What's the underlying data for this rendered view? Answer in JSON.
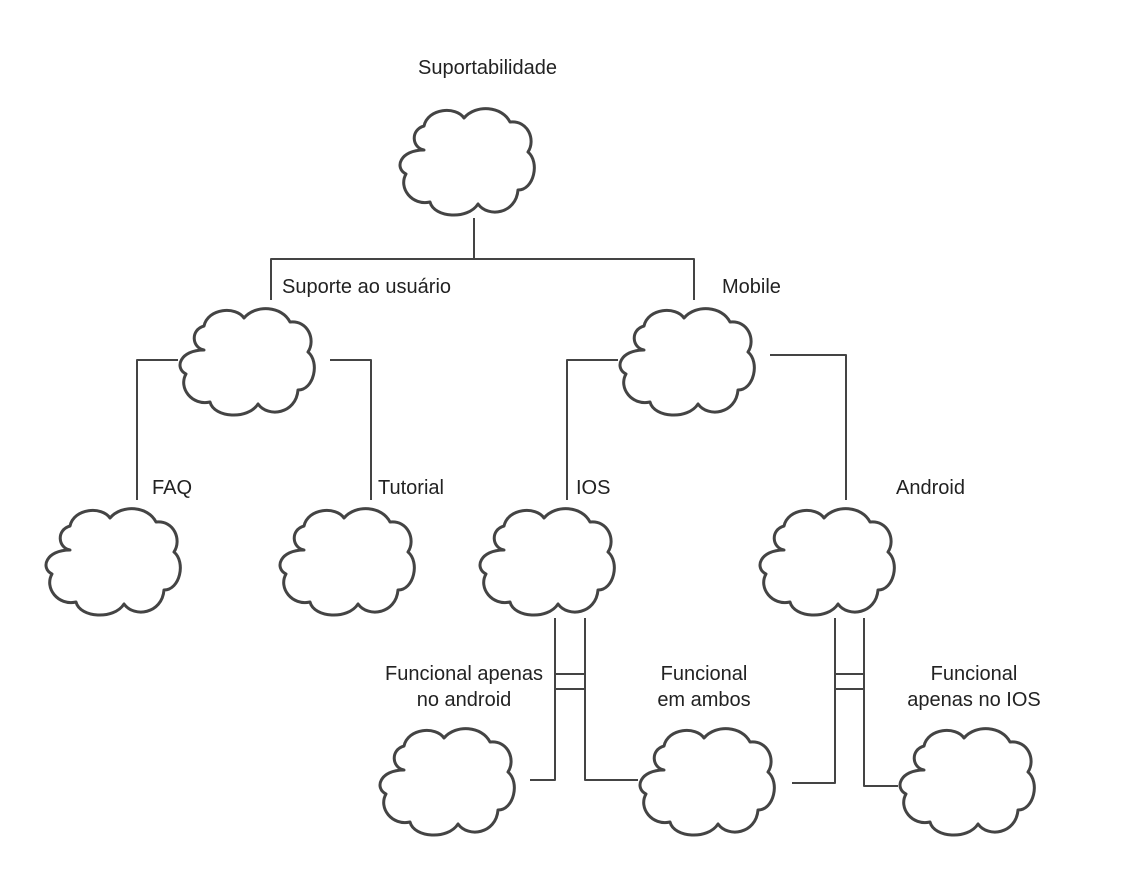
{
  "nodes": {
    "root": "Suportabilidade",
    "suporte": "Suporte ao usuário",
    "mobile": "Mobile",
    "faq": "FAQ",
    "tutorial": "Tutorial",
    "ios": "IOS",
    "android": "Android",
    "func_android_1": "Funcional apenas",
    "func_android_2": "no android",
    "func_ambos_1": "Funcional",
    "func_ambos_2": "em ambos",
    "func_ios_1": "Funcional",
    "func_ios_2": "apenas no IOS"
  },
  "colors": {
    "stroke": "#444444",
    "text": "#222222",
    "background": "#ffffff"
  }
}
